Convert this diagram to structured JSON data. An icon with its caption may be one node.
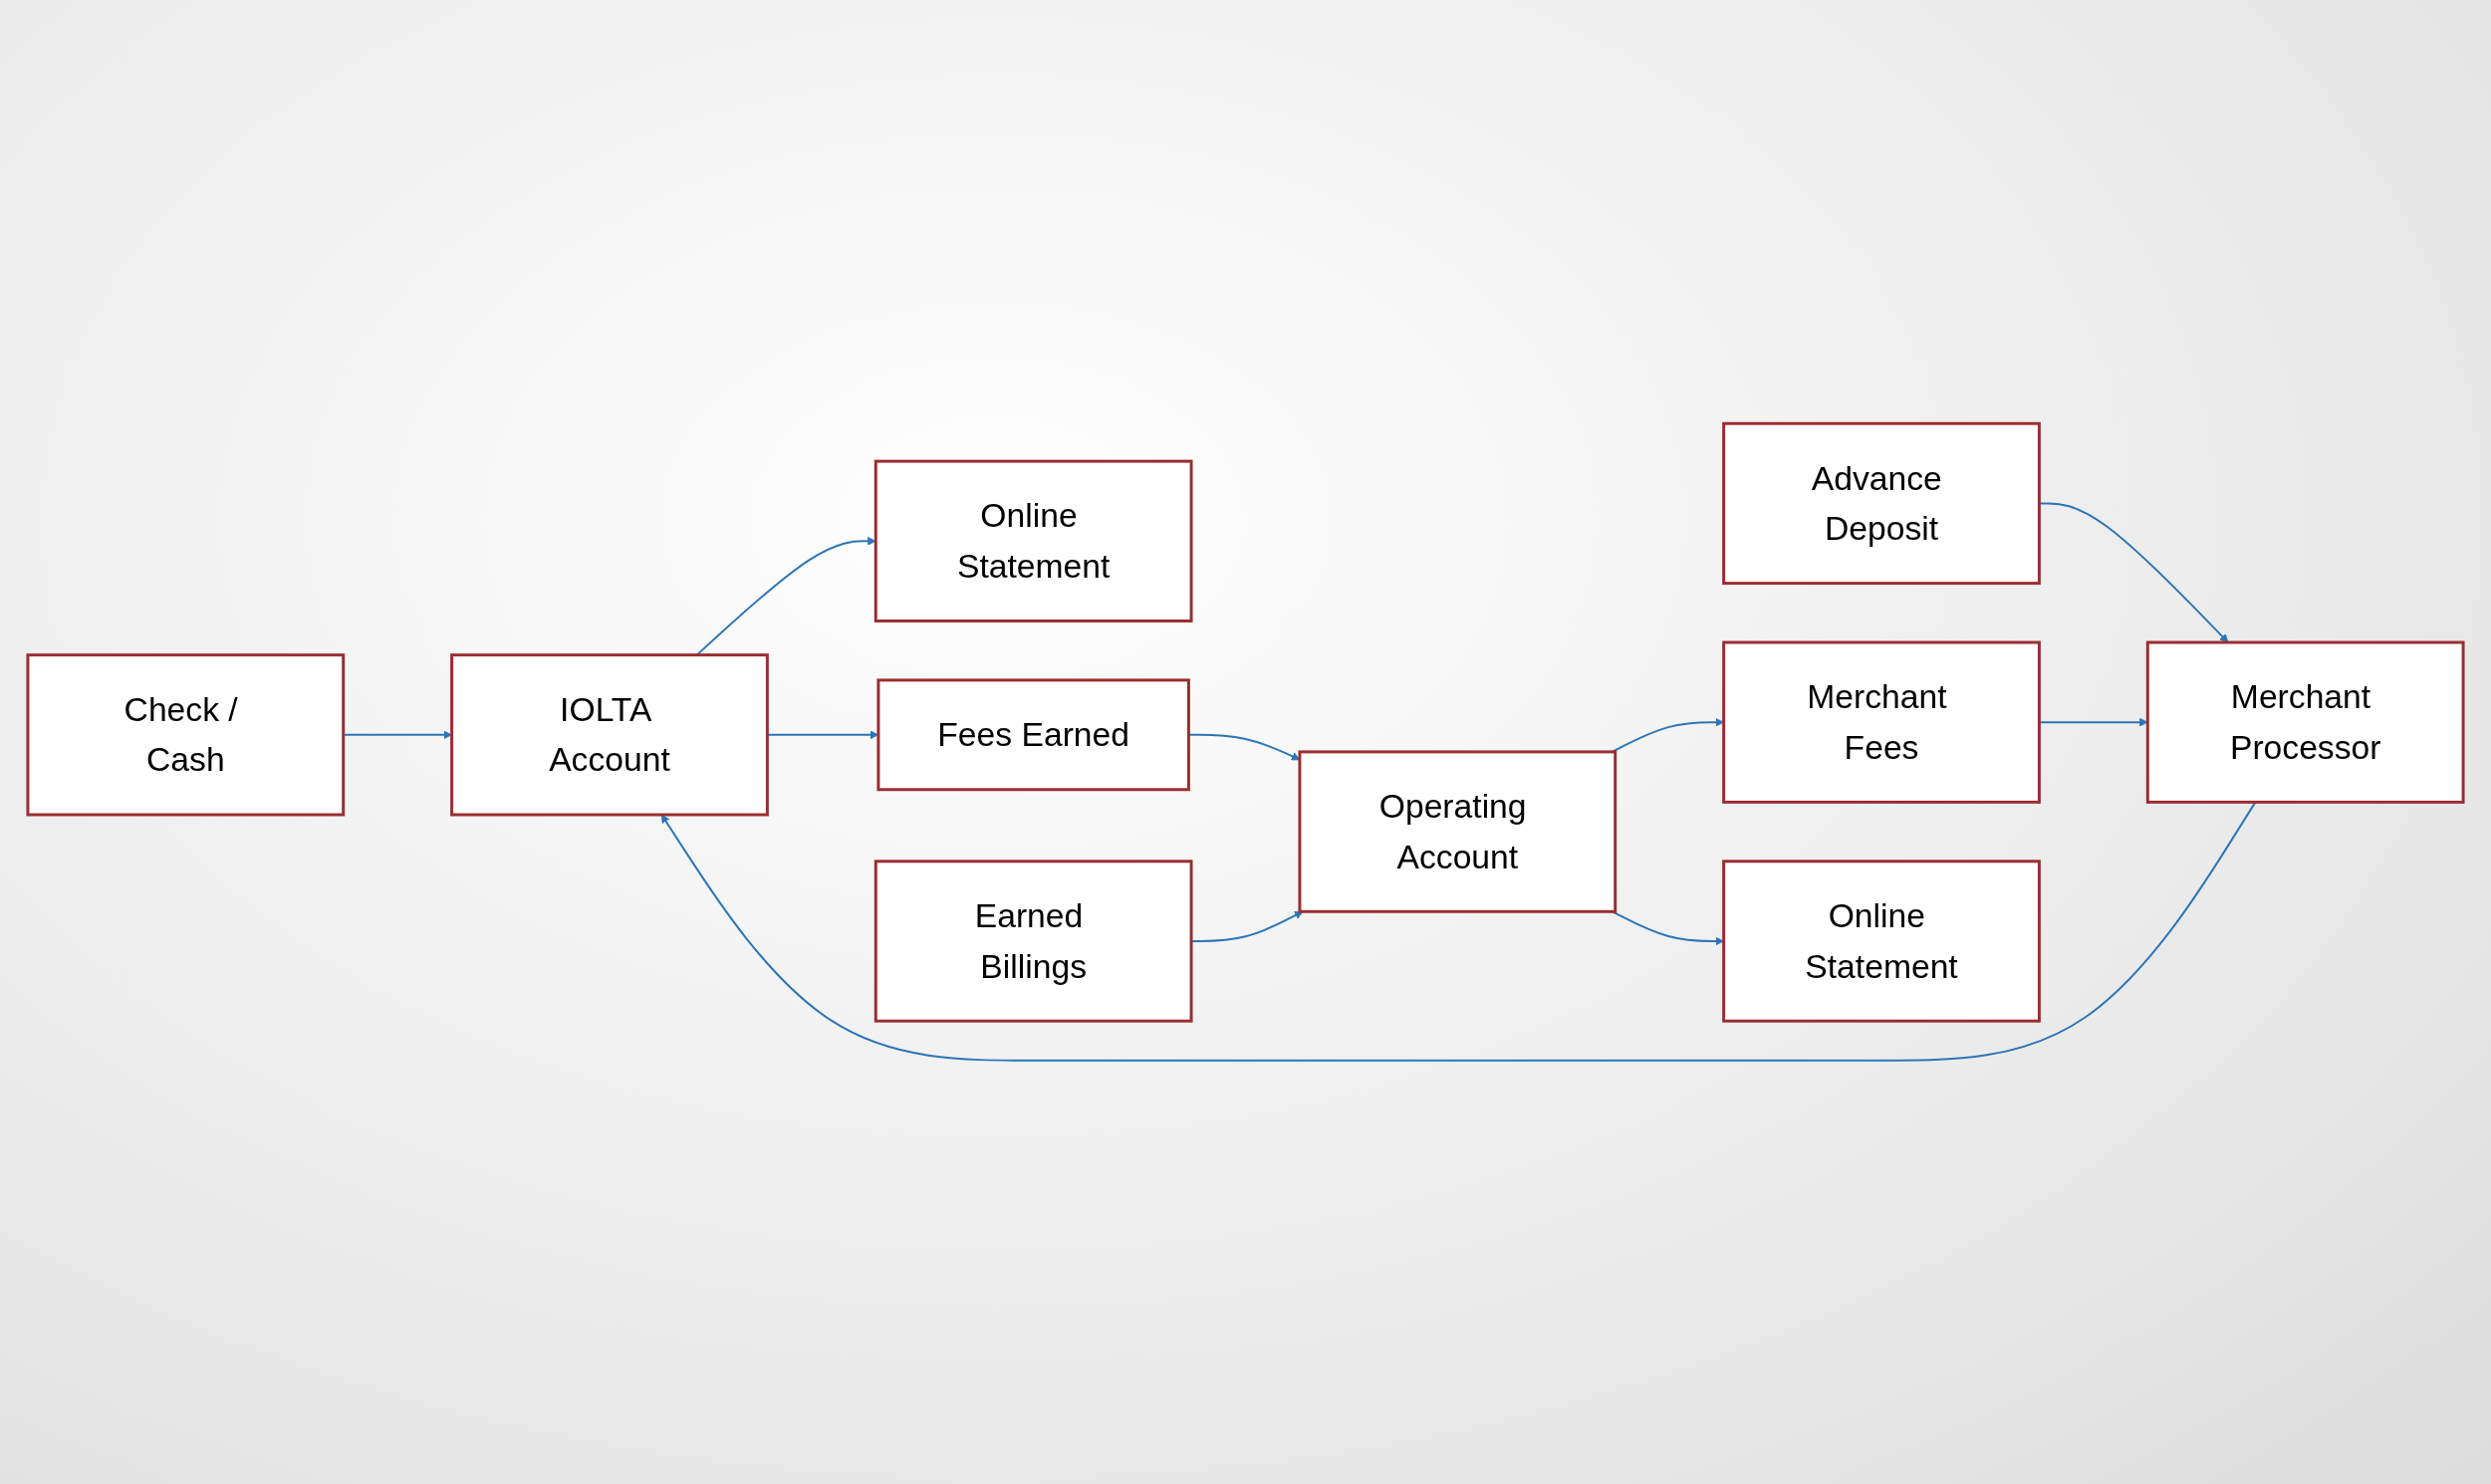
{
  "diagram": {
    "nodes": [
      {
        "text": [
          "Check / Cash"
        ]
      },
      {
        "text": [
          "Online Statement"
        ]
      },
      {
        "text": [
          "Advance Deposit"
        ]
      },
      {
        "text": [
          "Merchant Processor"
        ]
      },
      {
        "text": [
          "IOLTA Account"
        ]
      },
      {
        "text": [
          "Merchant Fees"
        ]
      },
      {
        "text": [
          "Fees Earned"
        ]
      },
      {
        "text": [
          "Online Statement"
        ]
      },
      {
        "text": [
          "Earned Billings"
        ]
      },
      {
        "text": [
          "Operating Account"
        ]
      }
    ],
    "edges": [
      {
        "from": 0,
        "to": 4,
        "arrow": "to"
      },
      {
        "from": 2,
        "to": 3,
        "arrow": "to"
      },
      {
        "from": 3,
        "to": 4,
        "arrow": "to"
      },
      {
        "from": 4,
        "to": 1,
        "arrow": "to"
      },
      {
        "from": 4,
        "to": 6,
        "arrow": "to"
      },
      {
        "from": 5,
        "to": 3,
        "arrow": "to"
      },
      {
        "from": 6,
        "to": 9,
        "arrow": "to"
      },
      {
        "from": 9,
        "to": 5,
        "arrow": "to"
      },
      {
        "from": 8,
        "to": 9,
        "arrow": "to"
      },
      {
        "from": 9,
        "to": 7,
        "arrow": "to"
      }
    ]
  }
}
